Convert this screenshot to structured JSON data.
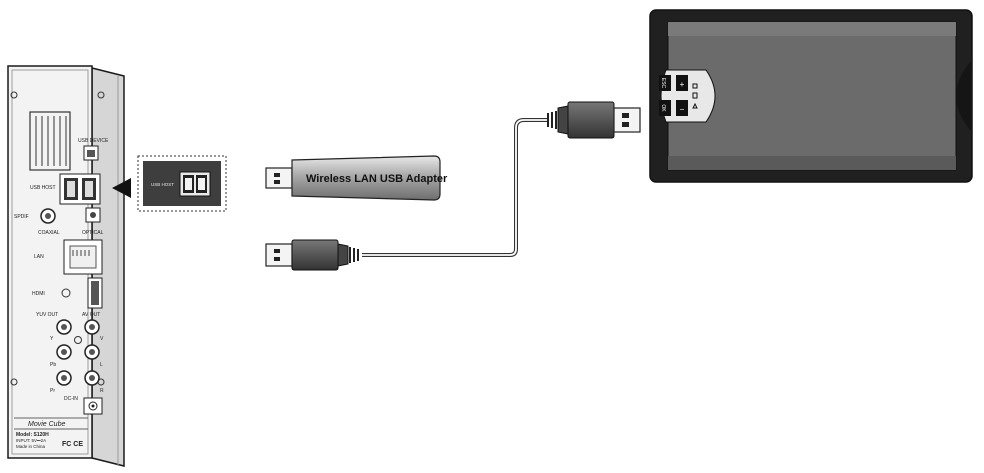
{
  "player_panel": {
    "usb_device_label": "USB DEVICE",
    "usb_host_label": "USB HOST",
    "spdif_label": "SPDIF",
    "coaxial_label": "COAXIAL",
    "optical_label": "OPTICAL",
    "lan_label": "LAN",
    "hdmi_label": "HDMI",
    "yuv_out_label": "YUV OUT",
    "av_out_label": "AV OUT",
    "y_label": "Y",
    "v_label": "V",
    "pb_label": "Pb",
    "l_label": "L",
    "pr_label": "Pr",
    "r_label": "R",
    "dc_in_label": "DC-IN",
    "brand": "Movie Cube",
    "model": "Model: S120H",
    "input": "INPUT: 5V⎓2A",
    "made_in": "Made in China",
    "fcc": "FC CE"
  },
  "zoom_callout": {
    "usb_host_label": "USB HOST"
  },
  "adapter": {
    "label": "Wireless LAN USB Adapter"
  },
  "drive": {
    "esc_label": "ESC",
    "ok_label": "OK",
    "plus_label": "+",
    "minus_label": "−"
  },
  "colors": {
    "line": "#1a1a1a",
    "dark_gray": "#3a3a3a",
    "mid_gray": "#8a8a8a",
    "drive_body": "#6b6b6b"
  }
}
